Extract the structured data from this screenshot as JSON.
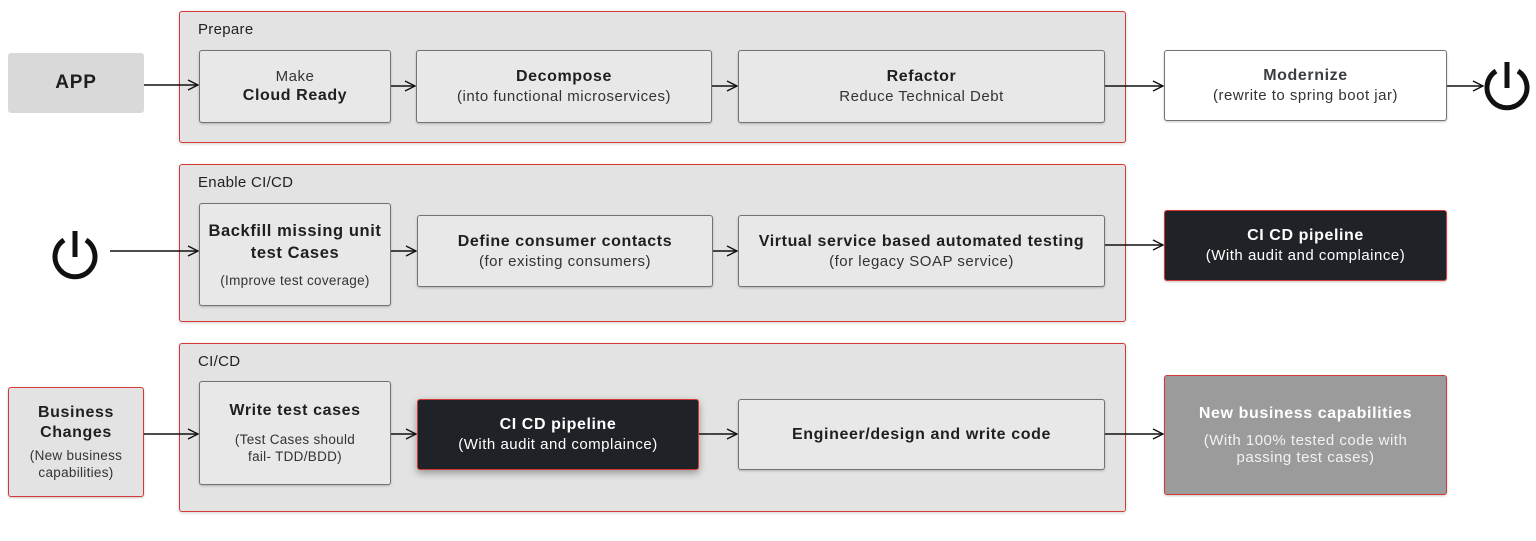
{
  "app": {
    "label": "APP"
  },
  "prepare": {
    "label": "Prepare",
    "make": {
      "line1": "Make",
      "line2": "Cloud Ready"
    },
    "decompose": {
      "title": "Decompose",
      "subtitle": "(into functional microservices)"
    },
    "refactor": {
      "title": "Refactor",
      "subtitle": "Reduce Technical Debt"
    }
  },
  "modernize": {
    "title": "Modernize",
    "subtitle": "(rewrite to spring boot jar)"
  },
  "enable": {
    "label": "Enable CI/CD",
    "backfill": {
      "title": "Backfill missing unit test Cases",
      "subtitle": "(Improve test coverage)"
    },
    "consumer": {
      "title": "Define consumer contacts",
      "subtitle": "(for existing consumers)"
    },
    "virtual": {
      "title": "Virtual service based automated testing",
      "subtitle": "(for legacy SOAP service)"
    }
  },
  "pipeline_out": {
    "title": "CI CD pipeline",
    "subtitle": "(With audit and complaince)"
  },
  "business": {
    "title": "Business Changes",
    "subtitle": "(New business capabilities)"
  },
  "cicd": {
    "label": "CI/CD",
    "write_tests": {
      "title": "Write test cases",
      "subtitle": "(Test Cases should fail- TDD/BDD)"
    },
    "pipeline": {
      "title": "CI CD pipeline",
      "subtitle": "(With audit and complaince)"
    },
    "engineer": {
      "title": "Engineer/design and write code"
    }
  },
  "new_caps": {
    "title": "New business capabilities",
    "subtitle": "(With 100% tested code with passing test cases)"
  },
  "colors": {
    "accent_red": "#d33a35",
    "dark_box": "#1f2226",
    "stage_bg": "#e3e3e3",
    "grey_box": "#9b9b9b"
  },
  "icons": {
    "power": "power-icon",
    "arrow": "arrow-right-icon"
  }
}
